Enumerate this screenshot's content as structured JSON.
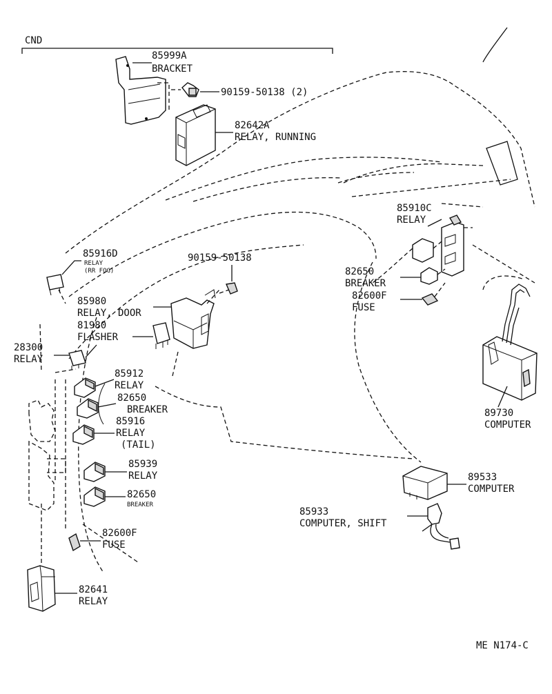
{
  "group_label": "CND",
  "parts": {
    "p85999a": {
      "num": "85999A",
      "name": "BRACKET"
    },
    "p9015950138_top": {
      "num": "90159-50138 (2)"
    },
    "p82642a": {
      "num": "82642A",
      "name": "RELAY, RUNNING"
    },
    "p85916d": {
      "num": "85916D",
      "name": "RELAY",
      "sub": "(RR FOG)"
    },
    "p9015950138_mid": {
      "num": "90159-50138"
    },
    "p85980": {
      "num": "85980",
      "name": "RELAY, DOOR"
    },
    "p81980": {
      "num": "81980",
      "name": "FLASHER"
    },
    "p28300": {
      "num": "28300",
      "name": "RELAY"
    },
    "p85912": {
      "num": "85912",
      "name": "RELAY"
    },
    "p82650_a": {
      "num": "82650",
      "name": "BREAKER"
    },
    "p85916": {
      "num": "85916",
      "name": "RELAY",
      "sub": "(TAIL)"
    },
    "p85939": {
      "num": "85939",
      "name": "RELAY"
    },
    "p82650_b": {
      "num": "82650",
      "name": "BREAKER"
    },
    "p82600f_a": {
      "num": "82600F",
      "name": "FUSE"
    },
    "p82641": {
      "num": "82641",
      "name": "RELAY"
    },
    "p85910c": {
      "num": "85910C",
      "name": "RELAY"
    },
    "p82650_c": {
      "num": "82650",
      "name": "BREAKER"
    },
    "p82600f_b": {
      "num": "82600F",
      "name": "FUSE"
    },
    "p89730": {
      "num": "89730",
      "name": "COMPUTER"
    },
    "p89533": {
      "num": "89533",
      "name": "COMPUTER"
    },
    "p85933": {
      "num": "85933",
      "name": "COMPUTER, SHIFT"
    }
  },
  "diagram_code": "ME  N174-C"
}
